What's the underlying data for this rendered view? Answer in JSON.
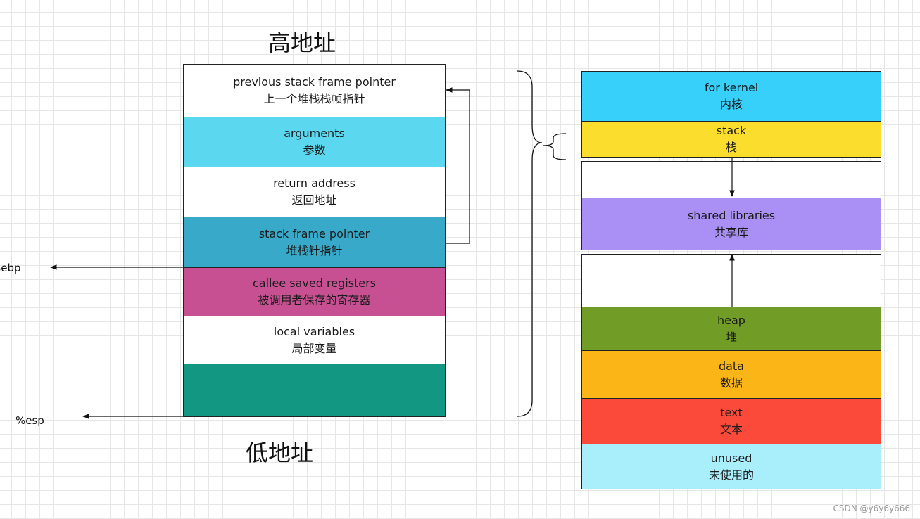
{
  "labels": {
    "high_address": "高地址",
    "low_address": "低地址"
  },
  "stack_frame": [
    {
      "en": "previous stack frame pointer",
      "zh": "上一个堆栈栈帧指针",
      "color": "#ffffff"
    },
    {
      "en": "arguments",
      "zh": "参数",
      "color": "#5bd8f0"
    },
    {
      "en": "return address",
      "zh": "返回地址",
      "color": "#ffffff"
    },
    {
      "en": "stack frame pointer",
      "zh": "堆栈针指针",
      "color": "#38a9c9"
    },
    {
      "en": "callee saved registers",
      "zh": "被调用者保存的寄存器",
      "color": "#c65091"
    },
    {
      "en": "local variables",
      "zh": "局部变量",
      "color": "#ffffff"
    },
    {
      "en": "",
      "zh": "",
      "color": "#129782"
    }
  ],
  "pointers": {
    "ebp": "%ebp",
    "esp": "%esp"
  },
  "memory_layout": [
    {
      "en": "for kernel",
      "zh": "内核",
      "color": "#37d0fb"
    },
    {
      "en": "stack",
      "zh": "栈",
      "color": "#fbde2d"
    },
    {
      "en": "",
      "zh": "",
      "color": "#ffffff"
    },
    {
      "en": "shared libraries",
      "zh": "共享库",
      "color": "#aa90f5"
    },
    {
      "en": "",
      "zh": "",
      "color": "#ffffff"
    },
    {
      "en": "heap",
      "zh": "堆",
      "color": "#719d27"
    },
    {
      "en": "data",
      "zh": "数据",
      "color": "#fcb516"
    },
    {
      "en": "text",
      "zh": "文本",
      "color": "#fb4a3a"
    },
    {
      "en": "unused",
      "zh": "未使用的",
      "color": "#a9eefb"
    }
  ],
  "watermark": "CSDN @y6y6y666"
}
